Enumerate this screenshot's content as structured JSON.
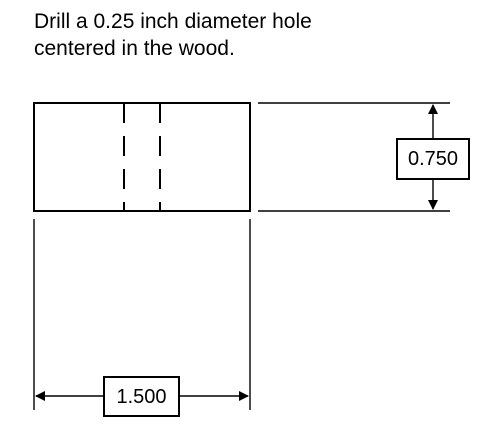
{
  "instruction": {
    "line1": "Drill a 0.25 inch diameter hole",
    "line2": "centered in the wood."
  },
  "dimensions": {
    "height_label": "0.750",
    "width_label": "1.500"
  },
  "colors": {
    "stroke": "#000000",
    "background": "#ffffff"
  }
}
